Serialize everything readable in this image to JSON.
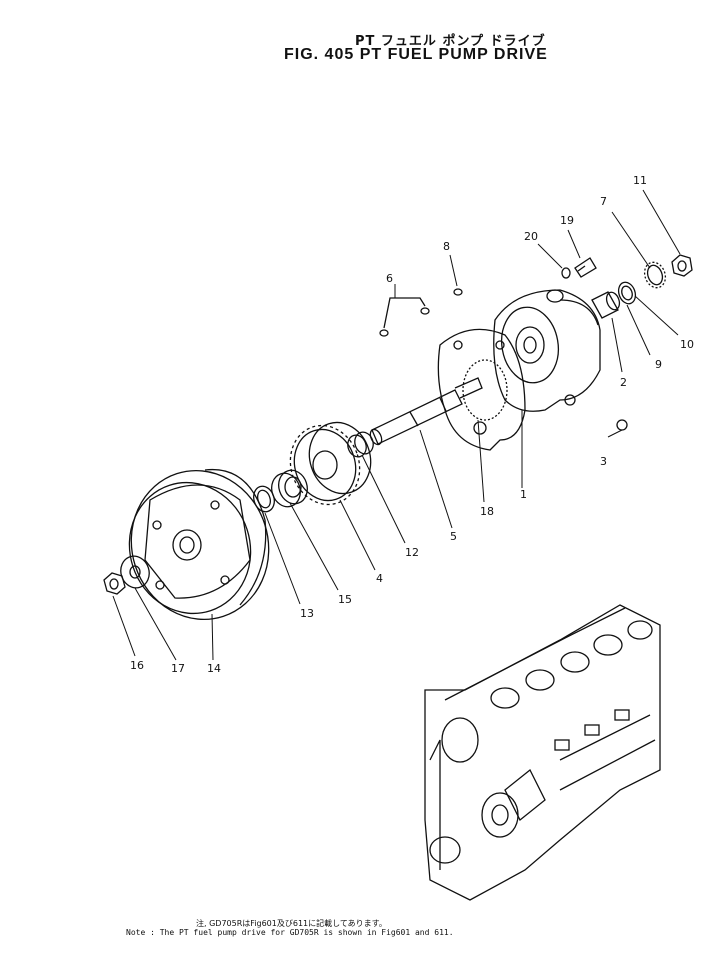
{
  "title": {
    "japanese": "PT フュエル ポンプ ドライブ",
    "english": "FIG. 405  PT FUEL PUMP DRIVE"
  },
  "callouts": [
    "1",
    "2",
    "3",
    "4",
    "5",
    "6",
    "7",
    "8",
    "9",
    "10",
    "11",
    "12",
    "13",
    "14",
    "15",
    "16",
    "17",
    "18",
    "19",
    "20"
  ],
  "notes": {
    "japanese": "注, GD705RはFig601及び611に記載してあります。",
    "english": "Note : The PT fuel pump drive for GD705R is shown in Fig601 and 611."
  },
  "colors": {
    "ink": "#111111",
    "paper": "#ffffff"
  }
}
